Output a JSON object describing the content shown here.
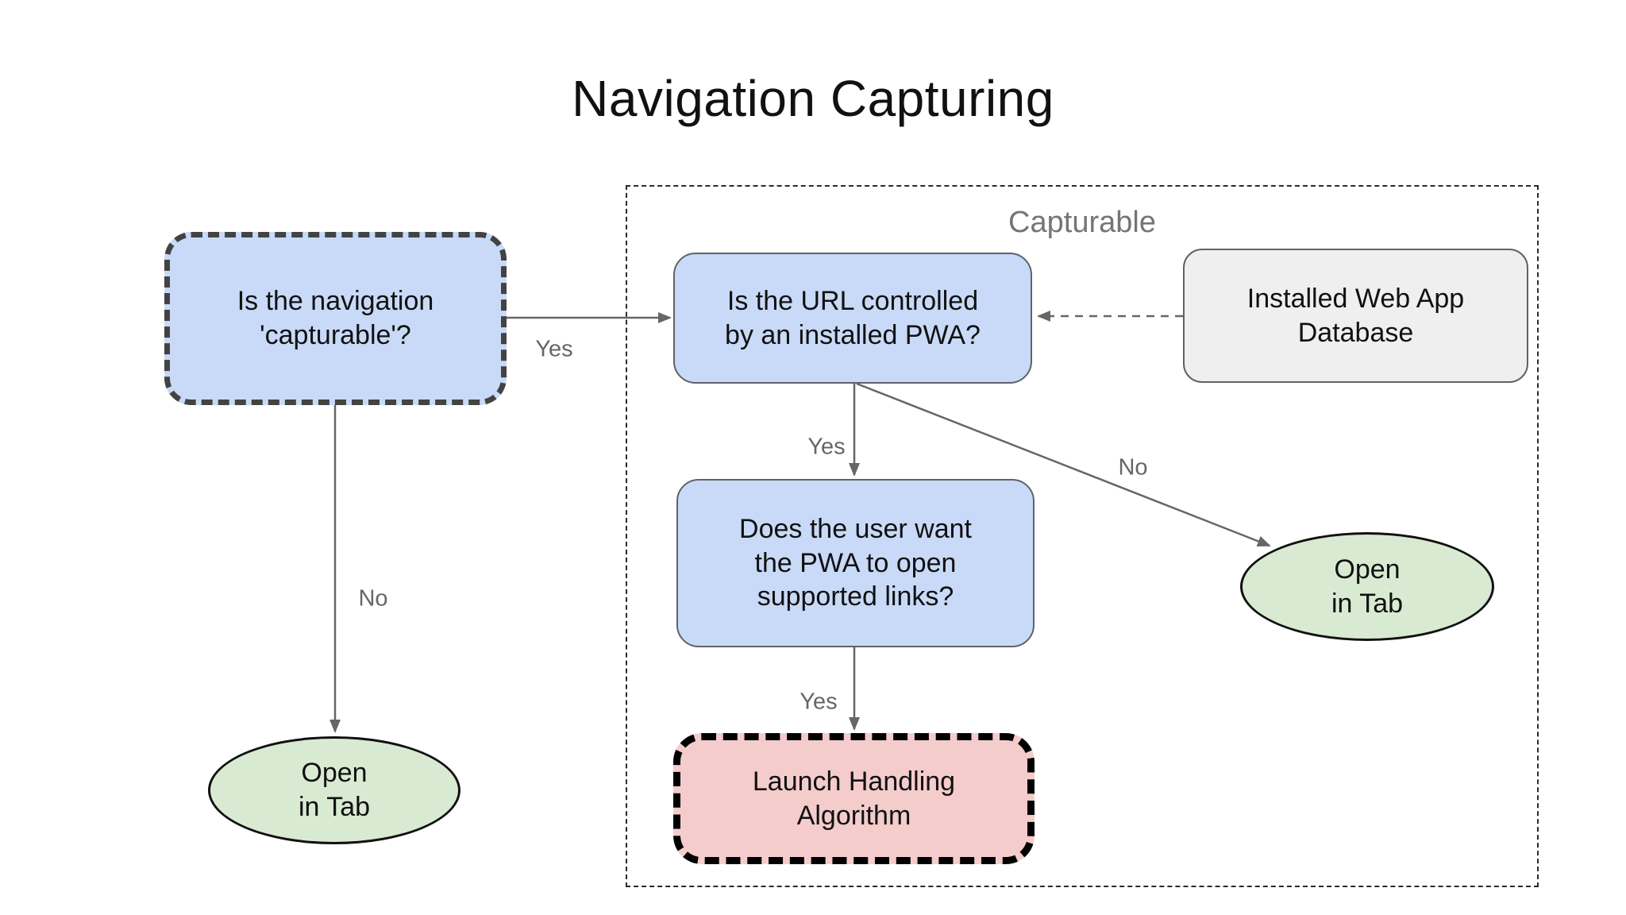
{
  "title": "Navigation Capturing",
  "group": {
    "label": "Capturable"
  },
  "nodes": {
    "is_navigation_capturable": {
      "text": "Is the navigation\n'capturable'?",
      "fill": "#c9daf8"
    },
    "is_url_controlled": {
      "text": "Is the URL controlled\nby an installed PWA?",
      "fill": "#c9daf8"
    },
    "installed_web_app_db": {
      "text": "Installed Web App\nDatabase",
      "fill": "#efefef"
    },
    "user_want_supported_links": {
      "text": "Does the user want\nthe PWA to open\nsupported links?",
      "fill": "#c9daf8"
    },
    "launch_handling": {
      "text": "Launch Handling\nAlgorithm",
      "fill": "#f4cccc"
    },
    "open_in_tab_left": {
      "text": "Open\nin Tab",
      "fill": "#d9ead3"
    },
    "open_in_tab_right": {
      "text": "Open\nin Tab",
      "fill": "#d9ead3"
    }
  },
  "edges": {
    "capturable_yes": {
      "label": "Yes"
    },
    "capturable_no": {
      "label": "No"
    },
    "url_controlled_yes": {
      "label": "Yes"
    },
    "url_controlled_no": {
      "label": "No"
    },
    "user_want_yes": {
      "label": "Yes"
    }
  },
  "colors": {
    "node_blue": "#c9daf8",
    "node_green": "#d9ead3",
    "node_red": "#f4cccc",
    "node_gray": "#efefef",
    "dashed_border_dark": "#434343",
    "solid_border": "#5f6368",
    "arrow": "#666666",
    "edge_label": "#666666",
    "group_label": "#757575",
    "text": "#111111",
    "background": "#ffffff"
  }
}
